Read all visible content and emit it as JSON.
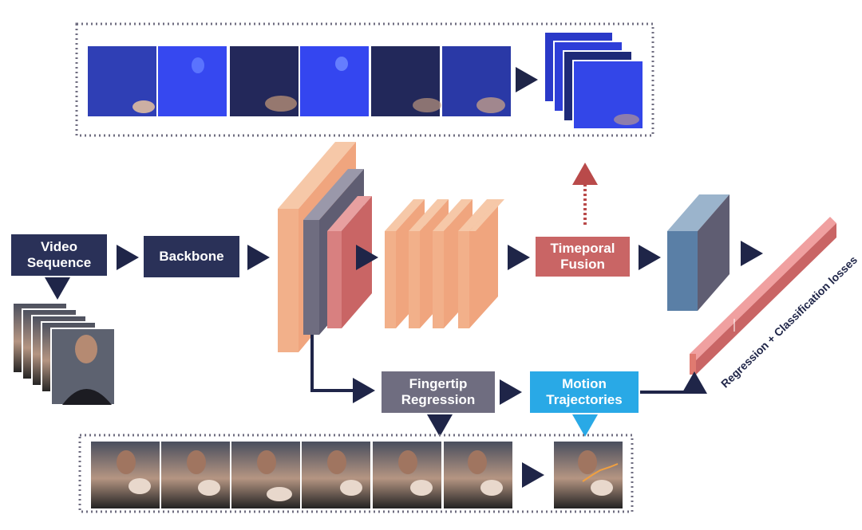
{
  "colors": {
    "navy": "#2a3158",
    "arrow": "#1f2548",
    "red": "#c96565",
    "orange": "#f0a57e",
    "gray": "#6f6d80",
    "cyan": "#29a9e6",
    "steel": "#5a7fa6",
    "dotted_red": "#b94a4a"
  },
  "nodes": {
    "video_sequence": {
      "line1": "Video",
      "line2": "Sequence"
    },
    "backbone": {
      "label": "Backbone"
    },
    "temporal_fusion": {
      "line1": "Timeporal",
      "line2": "Fusion"
    },
    "fingertip_regression": {
      "line1": "Fingertip",
      "line2": "Regression"
    },
    "motion_trajectories": {
      "line1": "Motion",
      "line2": "Trajectories"
    }
  },
  "output_bar_label": "Regression + Classification losses",
  "images": {
    "heatmap_frames": [
      "frame-1",
      "frame-2",
      "frame-3",
      "frame-4",
      "frame-5",
      "frame-6"
    ],
    "fingertip_frames": [
      "frame-1",
      "frame-2",
      "frame-3",
      "frame-4",
      "frame-5",
      "frame-6"
    ]
  }
}
